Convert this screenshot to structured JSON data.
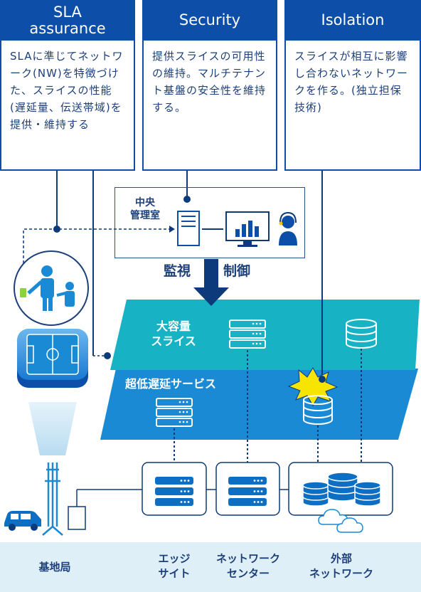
{
  "columns": [
    {
      "title": "SLA\nassurance",
      "body": "SLAに準じてネットワーク(NW)を特徴づけた、スライスの性能(遅延量、伝送帯域)を提供・維持する"
    },
    {
      "title": "Security",
      "body": "提供スライスの可用性の維持。マルチテナント基盤の安全性を維持する。"
    },
    {
      "title": "Isolation",
      "body": "スライスが相互に影響し合わないネットワークを作る。(独立担保技術)"
    }
  ],
  "control_room": {
    "label": "中央\n管理室"
  },
  "monitor": {
    "left": "監視",
    "right": "制御"
  },
  "slices": {
    "large": "大容量\nスライス",
    "low_latency": "超低遅延サービス"
  },
  "bottom": {
    "base_station": "基地局",
    "edge_site": "エッジ\nサイト",
    "network_center": "ネットワーク\nセンター",
    "external_network": "外部\nネットワーク"
  },
  "colors": {
    "navy": "#0d4fa8",
    "teal": "#17b2c4",
    "blue": "#1a8ad4",
    "bottom": "#dfeff7"
  }
}
